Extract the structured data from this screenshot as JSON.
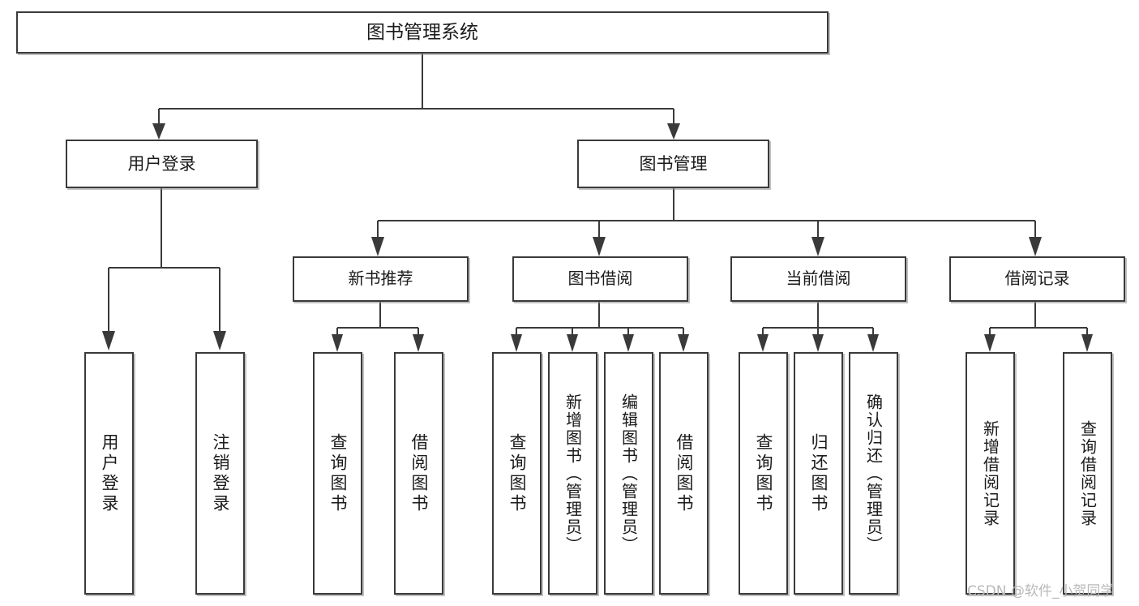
{
  "diagram": {
    "title": "图书管理系统",
    "background": "#ffffff",
    "line_color": "#3a3a3a",
    "box_fill": "#ffffff",
    "text_color": "#1a1a1a"
  },
  "nodes": {
    "root": {
      "label": "图书管理系统"
    },
    "level1": [
      {
        "label": "用户登录"
      },
      {
        "label": "图书管理"
      }
    ],
    "level2": [
      {
        "label": "新书推荐"
      },
      {
        "label": "图书借阅"
      },
      {
        "label": "当前借阅"
      },
      {
        "label": "借阅记录"
      }
    ],
    "leaves": {
      "user_login": [
        {
          "label": "用户登录"
        },
        {
          "label": "注销登录"
        }
      ],
      "new_book": [
        {
          "label": "查询图书"
        },
        {
          "label": "借阅图书"
        }
      ],
      "book_borrow": [
        {
          "label": "查询图书"
        },
        {
          "label": "新增图书（管理员）"
        },
        {
          "label": "编辑图书（管理员）"
        },
        {
          "label": "借阅图书"
        }
      ],
      "current_borrow": [
        {
          "label": "查询图书"
        },
        {
          "label": "归还图书"
        },
        {
          "label": "确认归还（管理员）"
        }
      ],
      "borrow_record": [
        {
          "label": "新增借阅记录"
        },
        {
          "label": "查询借阅记录"
        }
      ]
    }
  },
  "watermark": {
    "text": "CSDN @软件_小贺同学"
  }
}
